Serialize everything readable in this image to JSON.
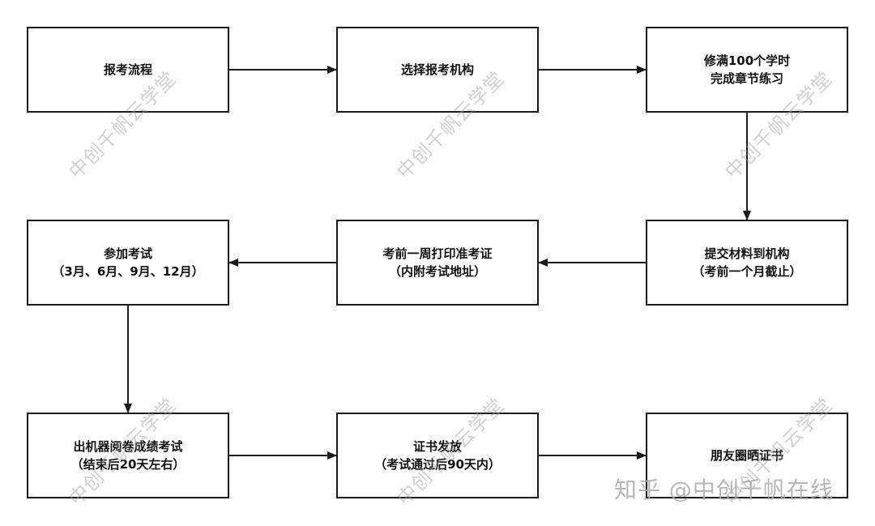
{
  "nodes": [
    {
      "id": "n1",
      "lines": [
        "报考流程"
      ]
    },
    {
      "id": "n2",
      "lines": [
        "选择报考机构"
      ]
    },
    {
      "id": "n3",
      "lines": [
        "修满100个学时",
        "完成章节练习"
      ]
    },
    {
      "id": "n4",
      "lines": [
        "提交材料到机构",
        "（考前一个月截止）"
      ]
    },
    {
      "id": "n5",
      "lines": [
        "考前一周打印准考证",
        "（内附考试地址）"
      ]
    },
    {
      "id": "n6",
      "lines": [
        "参加考试",
        "（3月、6月、9月、12月）"
      ]
    },
    {
      "id": "n7",
      "lines": [
        "出机器阅卷成绩考试",
        "（结束后20天左右）"
      ]
    },
    {
      "id": "n8",
      "lines": [
        "证书发放",
        "（考试通过后90天内）"
      ]
    },
    {
      "id": "n9",
      "lines": [
        "朋友圈晒证书"
      ]
    }
  ],
  "edges": [
    [
      "n1",
      "n2"
    ],
    [
      "n2",
      "n3"
    ],
    [
      "n3",
      "n4"
    ],
    [
      "n4",
      "n5"
    ],
    [
      "n5",
      "n6"
    ],
    [
      "n6",
      "n7"
    ],
    [
      "n7",
      "n8"
    ],
    [
      "n8",
      "n9"
    ]
  ],
  "watermark": "中创千帆云学堂",
  "credit": "知乎 @中创千帆在线",
  "colors": {
    "stroke": "#1a1a1a",
    "text": "#111111",
    "watermark": "#969696"
  }
}
